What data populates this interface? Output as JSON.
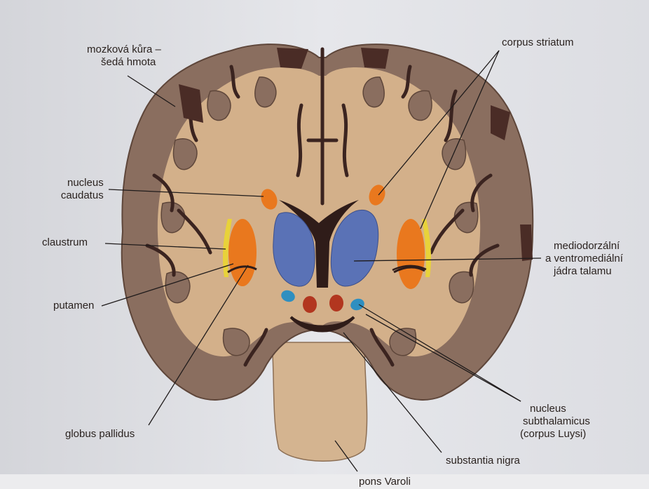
{
  "labels": {
    "cortex": [
      "mozková kůra –",
      "šedá hmota"
    ],
    "corpus_striatum": "corpus striatum",
    "nucleus_caudatus": [
      "nucleus",
      "caudatus"
    ],
    "claustrum": "claustrum",
    "putamen": "putamen",
    "thalamus": [
      "mediodorzální",
      "a ventromediální",
      "jádra talamu"
    ],
    "globus_pallidus": "globus pallidus",
    "nucleus_subthalamicus": [
      "nucleus",
      "subthalamicus",
      "(corpus Luysi)"
    ],
    "substantia_nigra": "substantia nigra",
    "pons": "pons Varoli"
  },
  "colors": {
    "page": "#e3e4e8",
    "cortex": "#8a6e5f",
    "white_matter": "#d3b08a",
    "sulcus": "#3b2420",
    "caudate_putamen": "#e9781e",
    "claustrum": "#e8d23a",
    "thalamus": "#5a72b6",
    "subthalamic": "#2f8fc0",
    "red_nucleus": "#b2361f",
    "line": "#1f1b1b"
  }
}
